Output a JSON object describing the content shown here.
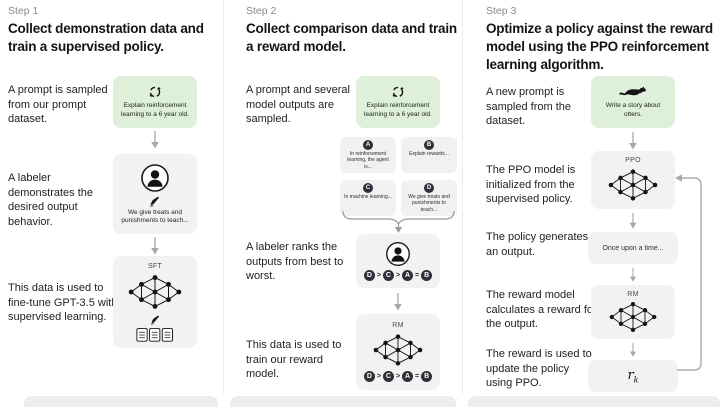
{
  "colors": {
    "background": "#ffffff",
    "green_box": "#dff0da",
    "gray_box": "#f2f2f2",
    "mini_box": "#f1f1f2",
    "dark_circle": "#2e2f38",
    "arrow": "#a8a8a8",
    "divider": "#ebebeb",
    "step_label": "#8a8a8a",
    "text": "#1c1c1c"
  },
  "icons": [
    "refresh-cycle-icon",
    "person-icon",
    "pen-icon",
    "neural-network-icon",
    "documents-icon",
    "otter-icon",
    "down-arrow-icon",
    "brace-icon",
    "loop-arrow-icon"
  ],
  "steps": [
    {
      "label": "Step 1",
      "title": "Collect demonstration data and train a supervised policy.",
      "captions": {
        "prompt": "A prompt is sampled from our prompt dataset.",
        "labeler": "A labeler demonstrates the desired output behavior.",
        "finetune": "This data is used to fine-tune GPT-3.5 with supervised learning."
      },
      "figures": {
        "prompt_text": "Explain reinforcement learning to a 6 year old.",
        "labeler_note": "We give treats and punishments to teach...",
        "model_label": "SFT"
      }
    },
    {
      "label": "Step 2",
      "title": "Collect comparison data and train a reward model.",
      "captions": {
        "sample": "A prompt and several model outputs are sampled.",
        "rank": "A labeler ranks the outputs from best to worst.",
        "train": "This data is used to train our reward model."
      },
      "figures": {
        "prompt_text": "Explain reinforcement learning to a 6 year old.",
        "outputs": [
          {
            "letter": "A",
            "text": "In reinforcement learning, the agent is..."
          },
          {
            "letter": "B",
            "text": "Explain rewards..."
          },
          {
            "letter": "C",
            "text": "In machine learning..."
          },
          {
            "letter": "D",
            "text": "We give treats and punishments to teach..."
          }
        ],
        "ranking": {
          "items": [
            "D",
            "C",
            "A",
            "B"
          ],
          "seps": [
            ">",
            ">",
            "="
          ]
        },
        "model_label": "RM"
      }
    },
    {
      "label": "Step 3",
      "title": "Optimize a policy against the reward model using the PPO reinforcement learning algorithm.",
      "captions": {
        "prompt": "A new prompt is sampled from the dataset.",
        "init": "The PPO model is initialized from the supervised policy.",
        "generate": "The policy generates an output.",
        "reward": "The reward model calculates a reward for the output.",
        "update": "The reward is used to update the policy using PPO."
      },
      "figures": {
        "prompt_text": "Write a story about otters.",
        "ppo_label": "PPO",
        "output_text": "Once upon a time...",
        "rm_label": "RM",
        "reward_symbol": "r",
        "reward_subscript": "k"
      }
    }
  ]
}
